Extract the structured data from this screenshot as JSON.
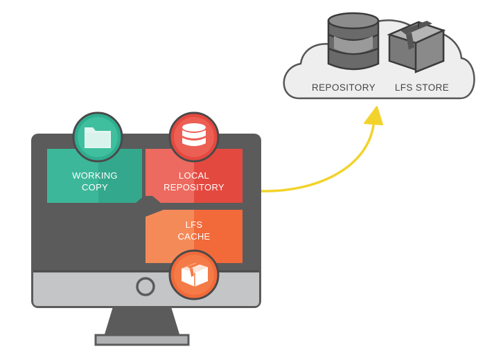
{
  "cloud": {
    "repository_label": "REPOSITORY",
    "lfs_store_label": "LFS STORE"
  },
  "computer": {
    "working_copy_label": [
      "WORKING",
      "COPY"
    ],
    "local_repository_label": [
      "LOCAL",
      "REPOSITORY"
    ],
    "lfs_cache_label": [
      "LFS",
      "CACHE"
    ]
  },
  "colors": {
    "working_copy": "#3db79a",
    "local_repository": "#e7544a",
    "lfs_cache": "#f26a3a",
    "monitor_dark": "#5b5b5b",
    "monitor_base": "#c4c5c6",
    "arrow": "#f2d32b",
    "cloud_fill": "#eeeeee",
    "cloud_stroke": "#555555"
  },
  "icons": {
    "working_copy": "folder-icon",
    "local_repository": "database-icon",
    "lfs_cache": "package-icon",
    "cloud_repository": "database-icon",
    "cloud_lfs_store": "box-icon"
  }
}
